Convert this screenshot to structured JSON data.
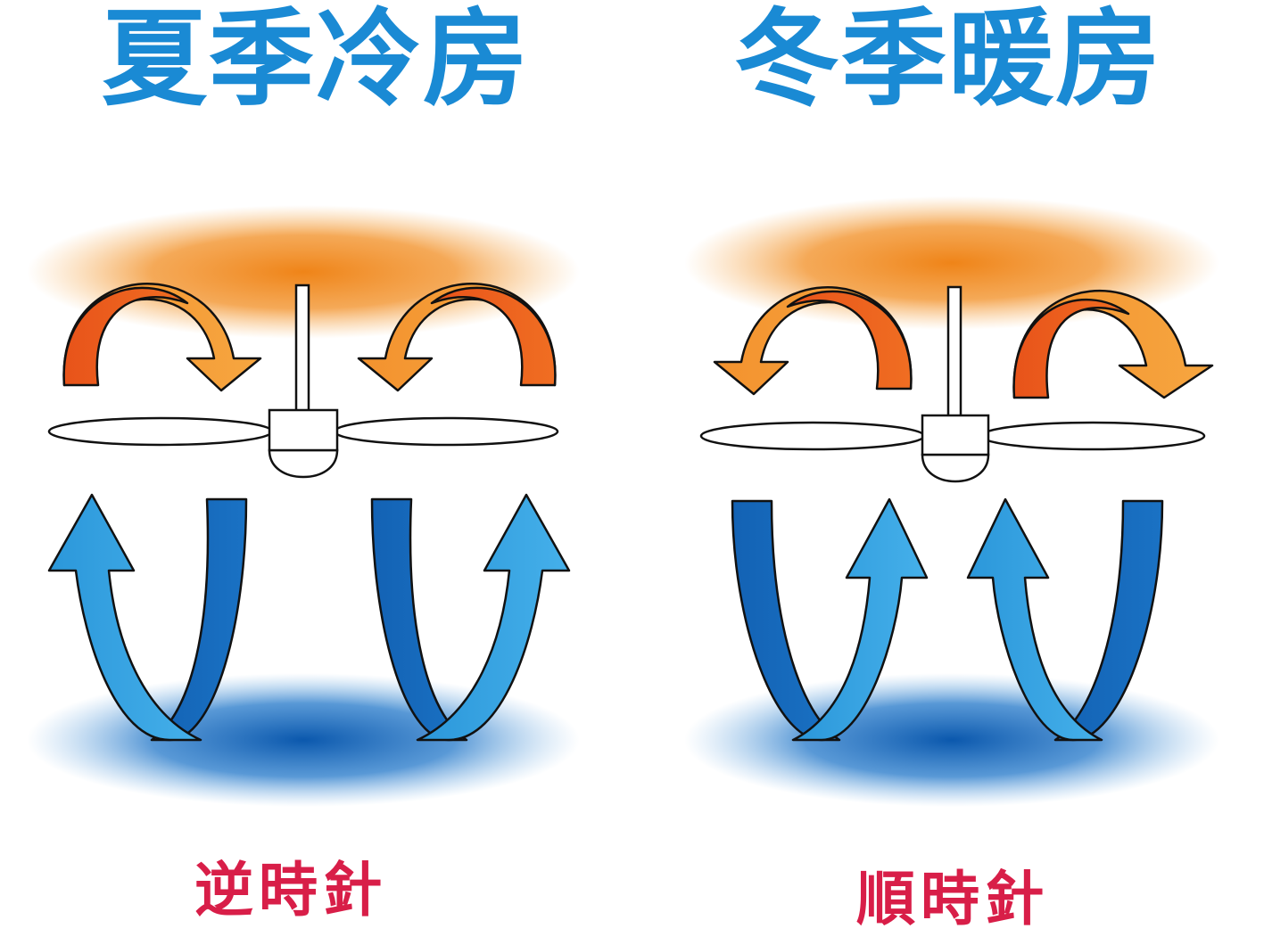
{
  "panels": [
    {
      "id": "summer",
      "title": "夏季冷房",
      "direction_label": "逆時針",
      "top_arrows": "inward",
      "bottom_arrows": "up-outer"
    },
    {
      "id": "winter",
      "title": "冬季暖房",
      "direction_label": "順時針",
      "top_arrows": "outward",
      "bottom_arrows": "up-inner"
    }
  ],
  "colors": {
    "title": "#1a8ad4",
    "label": "#d81e48",
    "warm_air": "#f28c1e",
    "cool_air": "#0f62b8",
    "arrow_orange_dark": "#ea5a1c",
    "arrow_orange_light": "#f49a32",
    "arrow_blue_dark": "#1669ba",
    "arrow_blue_light": "#33a3e2"
  }
}
